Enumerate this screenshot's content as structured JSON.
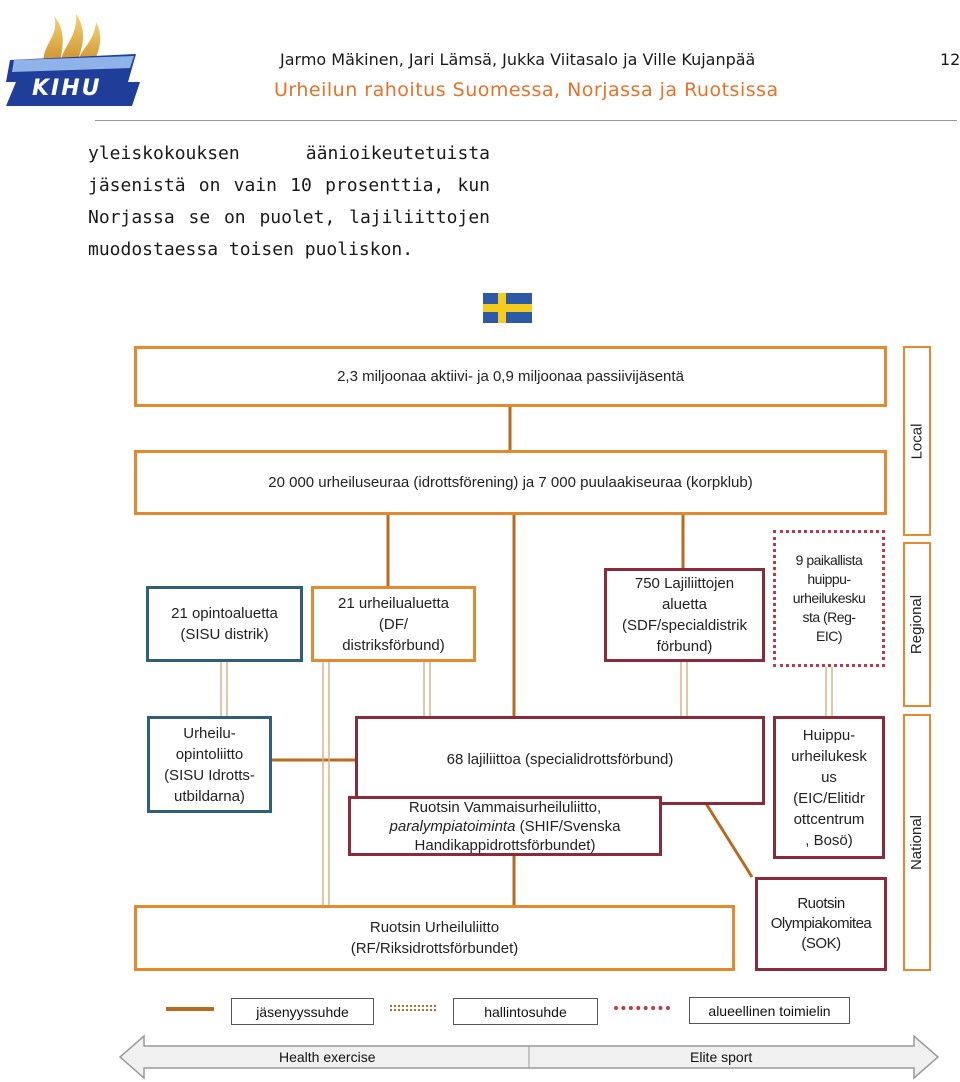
{
  "header": {
    "authors": "Jarmo Mäkinen, Jari Lämsä, Jukka Viitasalo ja Ville Kujanpää",
    "page_number": "12",
    "title": "Urheilun rahoitus Suomessa, Norjassa ja Ruotsissa",
    "logo_text": "KIHU"
  },
  "paragraph": "yleiskokouksen äänioikeutetuista jäsenistä on vain 10 prosenttia, kun Norjassa se on puolet, lajiliittojen muodostaessa toisen puoliskon.",
  "flag": "sweden-flag",
  "diagram": {
    "members": "2,3 miljoonaa aktiivi- ja 0,9 miljoonaa passiivijäsentä",
    "clubs": "20 000 urheiluseuraa (idrottsförening) ja 7 000 puulaakiseuraa (korpklub)",
    "sisu_district": [
      "21 opintoaluetta",
      "(SISU distrik)"
    ],
    "df": [
      "21 urheilualuetta",
      "(DF/",
      "distriksförbund)"
    ],
    "sdf_district": [
      "750 Lajiliittojen",
      "aluetta",
      "(SDF/specialdistrik",
      "förbund)"
    ],
    "reg_eic": [
      "9 paikallista",
      "huippu-",
      "urheilukesku",
      "sta (Reg-",
      "EIC)"
    ],
    "sisu_national": [
      "Urheilu-",
      "opintoliitto",
      "(SISU Idrotts-",
      "utbildarna)"
    ],
    "sdf": "68 lajiliittoa (specialidrottsförbund)",
    "shif": [
      "Ruotsin Vammaisurheiluliitto,",
      "paralympiatoiminta",
      " (SHIF/Svenska",
      "Handikappidrottsförbundet)"
    ],
    "eic": [
      "Huippu-",
      "urheilukesk",
      "us",
      "(EIC/Elitidr",
      "ottcentrum",
      ", Bosö)"
    ],
    "rf": [
      "Ruotsin Urheiluliitto",
      "(RF/Riksidrottsförbundet)"
    ],
    "sok": [
      "Ruotsin",
      "Olympiakomitea",
      "(SOK)"
    ],
    "levels": {
      "local": "Local",
      "regional": "Regional",
      "national": "National"
    }
  },
  "legend": {
    "membership": "jäsenyyssuhde",
    "administration": "hallintosuhde",
    "regional_body": "alueellinen toimielin"
  },
  "arrow": {
    "left": "Health exercise",
    "right": "Elite sport"
  },
  "colors": {
    "accent_orange": "#e6892e",
    "brown_line": "#b86a1e",
    "blue_box": "#2f5f7a",
    "red_box": "#8b2a3a"
  }
}
